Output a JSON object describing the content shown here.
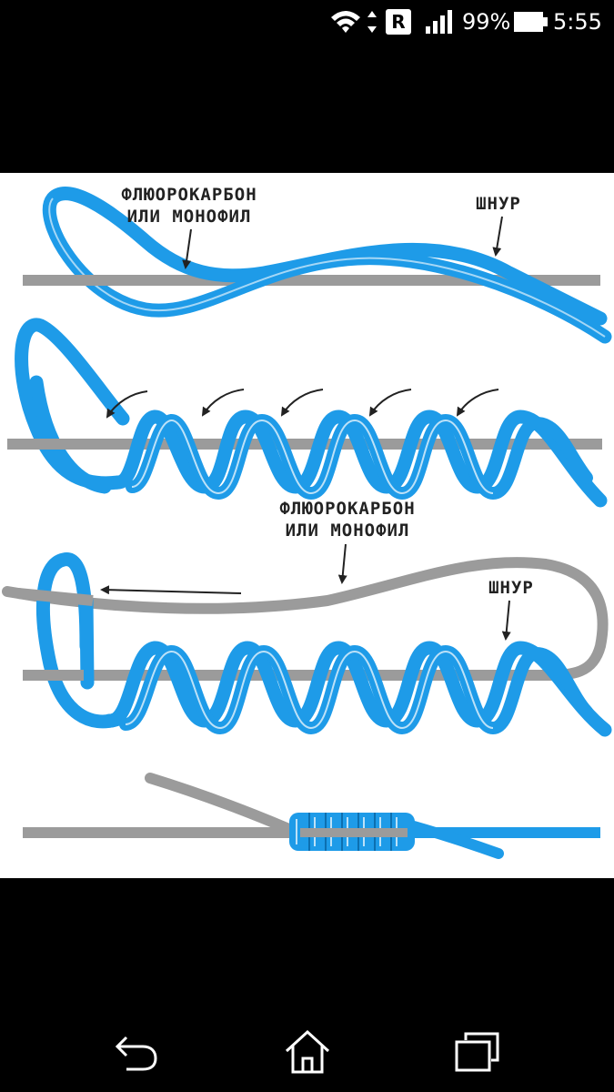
{
  "status_bar": {
    "r_badge": "R",
    "battery_percent": "99%",
    "time": "5:55",
    "icons": [
      "wifi-icon",
      "data-transfer-icon",
      "signal-icon",
      "battery-icon"
    ]
  },
  "image": {
    "label_mono_1": "ФЛЮОРОКАРБОН",
    "label_mono_2": "ИЛИ МОНОФИЛ",
    "label_braid": "ШНУР",
    "colors": {
      "braid": "#1e9be8",
      "braid_highlight": "#ffffff",
      "mono": "#9b9b9b"
    }
  },
  "nav_bar": {
    "icons": [
      "back-icon",
      "home-icon",
      "recent-apps-icon"
    ]
  }
}
